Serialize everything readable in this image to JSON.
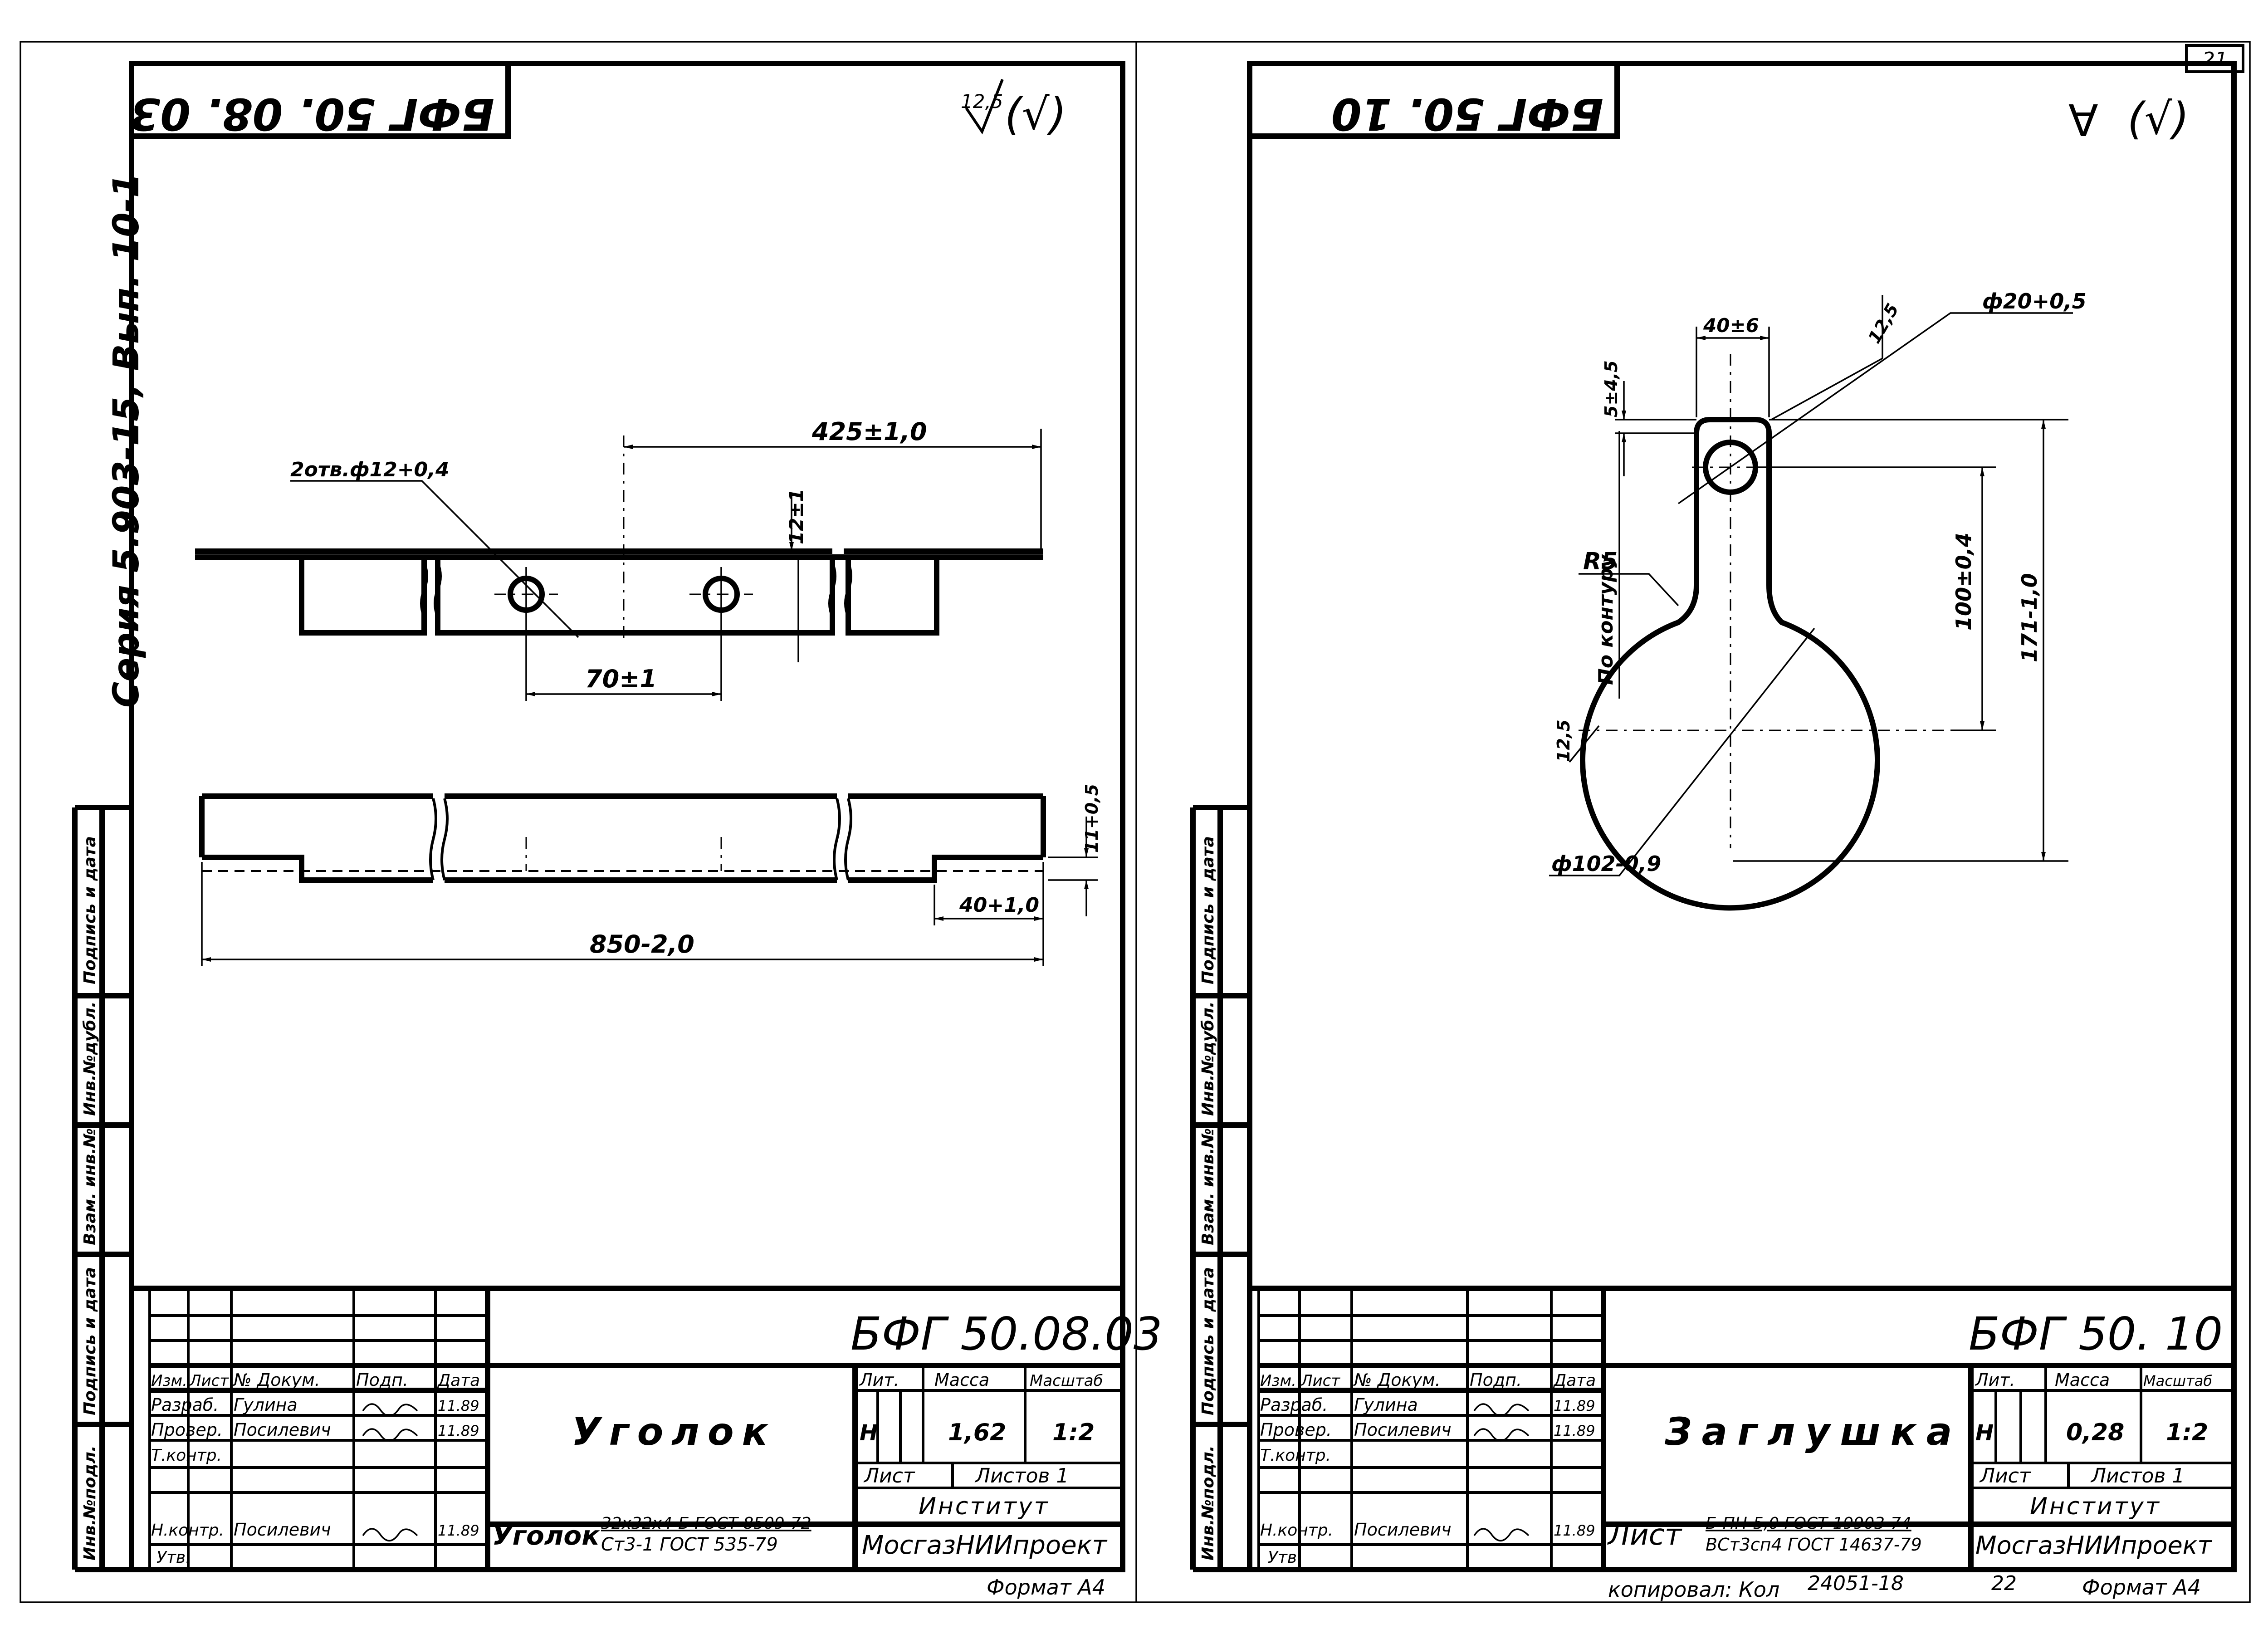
{
  "page_number": "21",
  "series_note": "Серия 5.903-15, Вып. 10-1",
  "side_labels": [
    "Инв.№подл.",
    "Подпись и дата",
    "Взам. инв.№",
    "Инв.№дубл.",
    "Подпись и дата"
  ],
  "copied": "копировал: Кол",
  "order_no": "24051-18",
  "sheet_no_bottom": "22",
  "left": {
    "mirrored_code": "БФГ 50. 08. 03",
    "roughness": "12,5",
    "roughness_rest": "(√)",
    "dims": {
      "holes": "2отв.ф12+0,4",
      "len425": "425±1,0",
      "w12": "12±1",
      "pitch70": "70±1",
      "len850": "850-2,0",
      "len40": "40+1,0",
      "t1": "11+0,5"
    },
    "title_block": {
      "code": "БФГ 50.08.03",
      "name": "Уголок",
      "material_top": "32х32х4-Б ГОСТ 8509-72",
      "material_bottom": "Ст3-1 ГОСТ 535-79",
      "material_prefix": "Уголок",
      "lit_hdr": "Лит.",
      "mass_hdr": "Масса",
      "scale_hdr": "Масштаб",
      "lit": "Н",
      "mass": "1,62",
      "scale": "1:2",
      "sheet_hdr": "Лист",
      "sheets_hdr": "Листов 1",
      "org1": "Институт",
      "org2": "МосгазНИИпроект",
      "format": "Формат А4",
      "hdr_izm": "Изм.",
      "hdr_list": "Лист",
      "hdr_doc": "№ Докум.",
      "hdr_sign": "Подп.",
      "hdr_date": "Дата",
      "row1_role": "Разраб.",
      "row1_name": "Гулина",
      "row1_date": "11.89",
      "row2_role": "Провер.",
      "row2_name": "Посилевич",
      "row2_date": "11.89",
      "row3_role": "Т.контр.",
      "row4_role": "Н.контр.",
      "row4_name": "Посилевич",
      "row4_date": "11.89",
      "row5_role": "Утв."
    }
  },
  "right": {
    "mirrored_code": "БФГ 50. 10",
    "roughness": "∀",
    "roughness_rest": "(√)",
    "dims": {
      "w40": "40±6",
      "r125a": "12,5",
      "d20": "ф20+0,5",
      "s5": "5±4,5",
      "contour": "По контуру",
      "r5": "R5",
      "h100": "100±0,4",
      "h171": "171-1,0",
      "r125b": "12,5",
      "d102": "ф102-0,9"
    },
    "title_block": {
      "code": "БФГ 50. 10",
      "name": "Заглушка",
      "material_prefix": "Лист",
      "material_top": "Б-ПН-5,0 ГОСТ 19903-74",
      "material_bottom": "ВСт3сп4 ГОСТ 14637-79",
      "lit_hdr": "Лит.",
      "mass_hdr": "Масса",
      "scale_hdr": "Масштаб",
      "lit": "Н",
      "mass": "0,28",
      "scale": "1:2",
      "sheet_hdr": "Лист",
      "sheets_hdr": "Листов 1",
      "org1": "Институт",
      "org2": "МосгазНИИпроект",
      "format": "Формат А4",
      "hdr_izm": "Изм.",
      "hdr_list": "Лист",
      "hdr_doc": "№ Докум.",
      "hdr_sign": "Подп.",
      "hdr_date": "Дата",
      "row1_role": "Разраб.",
      "row1_name": "Гулина",
      "row1_date": "11.89",
      "row2_role": "Провер.",
      "row2_name": "Посилевич",
      "row2_date": "11.89",
      "row3_role": "Т.контр.",
      "row4_role": "Н.контр.",
      "row4_name": "Посилевич",
      "row4_date": "11.89",
      "row5_role": "Утв."
    }
  }
}
